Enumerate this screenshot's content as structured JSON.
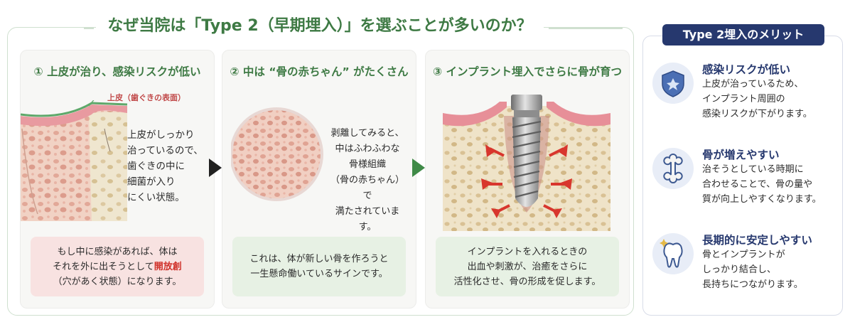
{
  "main_title": "なぜ当院は「Type 2（早期埋入）」を選ぶことが多いのか？",
  "panels": [
    {
      "title": "① 上皮が治り、感染リスクが低い",
      "label": "上皮（歯ぐきの表面）",
      "desc": [
        "上皮がしっかり",
        "治っているので、",
        "歯ぐきの中に",
        "細菌が入り",
        "にくい状態。"
      ],
      "note_line1": "もし中に感染があれば、体は",
      "note_line2a": "それを外に出そうとして",
      "note_highlight": "開放創",
      "note_line3": "（穴があく状態）になります。"
    },
    {
      "title": "② 中は “骨の赤ちゃん” がたくさん",
      "desc": [
        "剥離してみると、",
        "中はふわふわな",
        "骨様組織",
        "（骨の赤ちゃん）で",
        "満たされています。"
      ],
      "note": [
        "これは、体が新しい骨を作ろうと",
        "一生懸命働いているサインです。"
      ]
    },
    {
      "title": "③ インプラント埋入でさらに骨が育つ",
      "note": [
        "インプラントを入れるときの",
        "出血や刺激が、治癒をさらに",
        "活性化させ、骨の形成を促します。"
      ]
    }
  ],
  "merit": {
    "badge": "Type 2埋入のメリット",
    "items": [
      {
        "icon": "shield-icon",
        "head": "感染リスクが低い",
        "lines": [
          "上皮が治っているため、",
          "インプラント周囲の",
          "感染リスクが下がります。"
        ]
      },
      {
        "icon": "bone-icon",
        "head": "骨が増えやすい",
        "lines": [
          "治そうとしている時期に",
          "合わせることで、骨の量や",
          "質が向上しやすくなります。"
        ]
      },
      {
        "icon": "tooth-icon",
        "head": "長期的に安定しやすい",
        "lines": [
          "骨とインプラントが",
          "しっかり結合し、",
          "長持ちにつながります。"
        ]
      }
    ]
  },
  "colors": {
    "green": "#3e7a44",
    "navy": "#26386e",
    "red": "#d0322b",
    "pink_bg": "#f8e2e1",
    "green_bg": "#e7f1e4"
  }
}
